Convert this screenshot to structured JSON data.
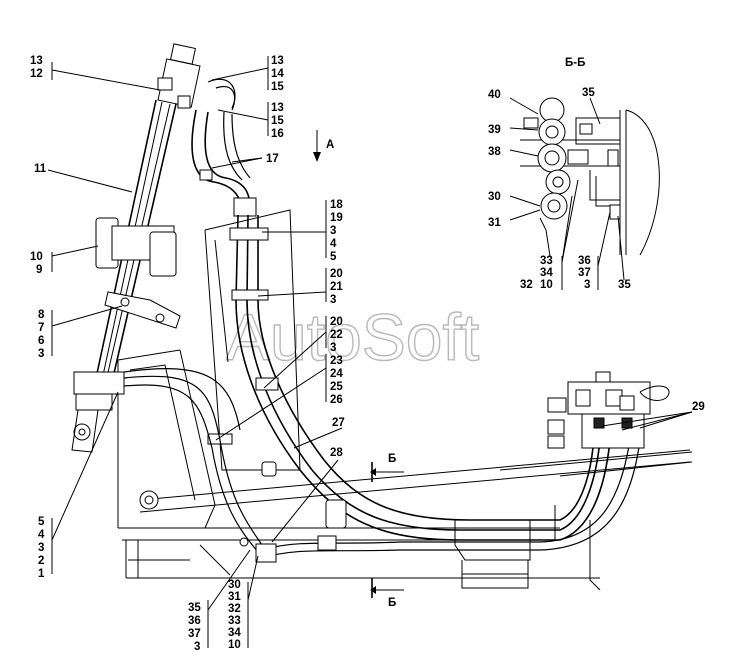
{
  "watermark": "AutoSoft",
  "section_title": "Б-Б",
  "view_arrow_label": "А",
  "section_marks": [
    "Б",
    "Б"
  ],
  "callouts": {
    "c_13_12": [
      "13",
      "12"
    ],
    "c_13_14_15": [
      "13",
      "14",
      "15"
    ],
    "c_13_15_16": [
      "13",
      "15",
      "16"
    ],
    "c_17": [
      "17"
    ],
    "c_11": [
      "11"
    ],
    "c_18": [
      "18",
      "19",
      "3",
      "4",
      "5"
    ],
    "c_10_9": [
      "10",
      "9"
    ],
    "c_20_21": [
      "20",
      "21",
      "3"
    ],
    "c_8": [
      "8",
      "7",
      "6",
      "3"
    ],
    "c_20_22": [
      "20",
      "22",
      "3"
    ],
    "c_23": [
      "23",
      "24",
      "25",
      "26"
    ],
    "c_27": [
      "27"
    ],
    "c_28": [
      "28"
    ],
    "c_29": [
      "29"
    ],
    "c_5_1": [
      "5",
      "4",
      "3",
      "2",
      "1"
    ],
    "c_35_3": [
      "35",
      "36",
      "37",
      "3"
    ],
    "c_30_10": [
      "30",
      "31",
      "32",
      "33",
      "34",
      "10"
    ],
    "c_40": [
      "40"
    ],
    "c_35_top": [
      "35"
    ],
    "c_39": [
      "39"
    ],
    "c_38": [
      "38"
    ],
    "c_30_s": [
      "30"
    ],
    "c_31_s": [
      "31"
    ],
    "c_32_s": [
      "32"
    ],
    "c_33_s": [
      "33",
      "34",
      "10"
    ],
    "c_36_s": [
      "36",
      "37",
      "3"
    ],
    "c_35_s": [
      "35"
    ]
  }
}
